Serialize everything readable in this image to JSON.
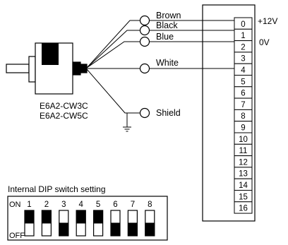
{
  "encoder": {
    "models": [
      "E6A2-CW3C",
      "E6A2-CW5C"
    ]
  },
  "wires": [
    {
      "color": "Brown",
      "terminal": "0"
    },
    {
      "color": "Black",
      "terminal": "1"
    },
    {
      "color": "Blue",
      "terminal": "2"
    },
    {
      "color": "White",
      "terminal": "4"
    },
    {
      "color": "Shield",
      "terminal": ""
    }
  ],
  "terminal_block": {
    "terminals": [
      "0",
      "1",
      "2",
      "3",
      "4",
      "5",
      "6",
      "7",
      "8",
      "9",
      "10",
      "11",
      "12",
      "13",
      "14",
      "15",
      "16"
    ],
    "supply_labels": {
      "0": "+12V",
      "2": "0V"
    }
  },
  "dip_switch": {
    "title": "Internal DIP switch setting",
    "on_label": "ON",
    "off_label": "OFF",
    "switches": [
      {
        "number": "1",
        "position": "on"
      },
      {
        "number": "2",
        "position": "on"
      },
      {
        "number": "3",
        "position": "off"
      },
      {
        "number": "4",
        "position": "on"
      },
      {
        "number": "5",
        "position": "on"
      },
      {
        "number": "6",
        "position": "off"
      },
      {
        "number": "7",
        "position": "off"
      },
      {
        "number": "8",
        "position": "off"
      }
    ]
  }
}
